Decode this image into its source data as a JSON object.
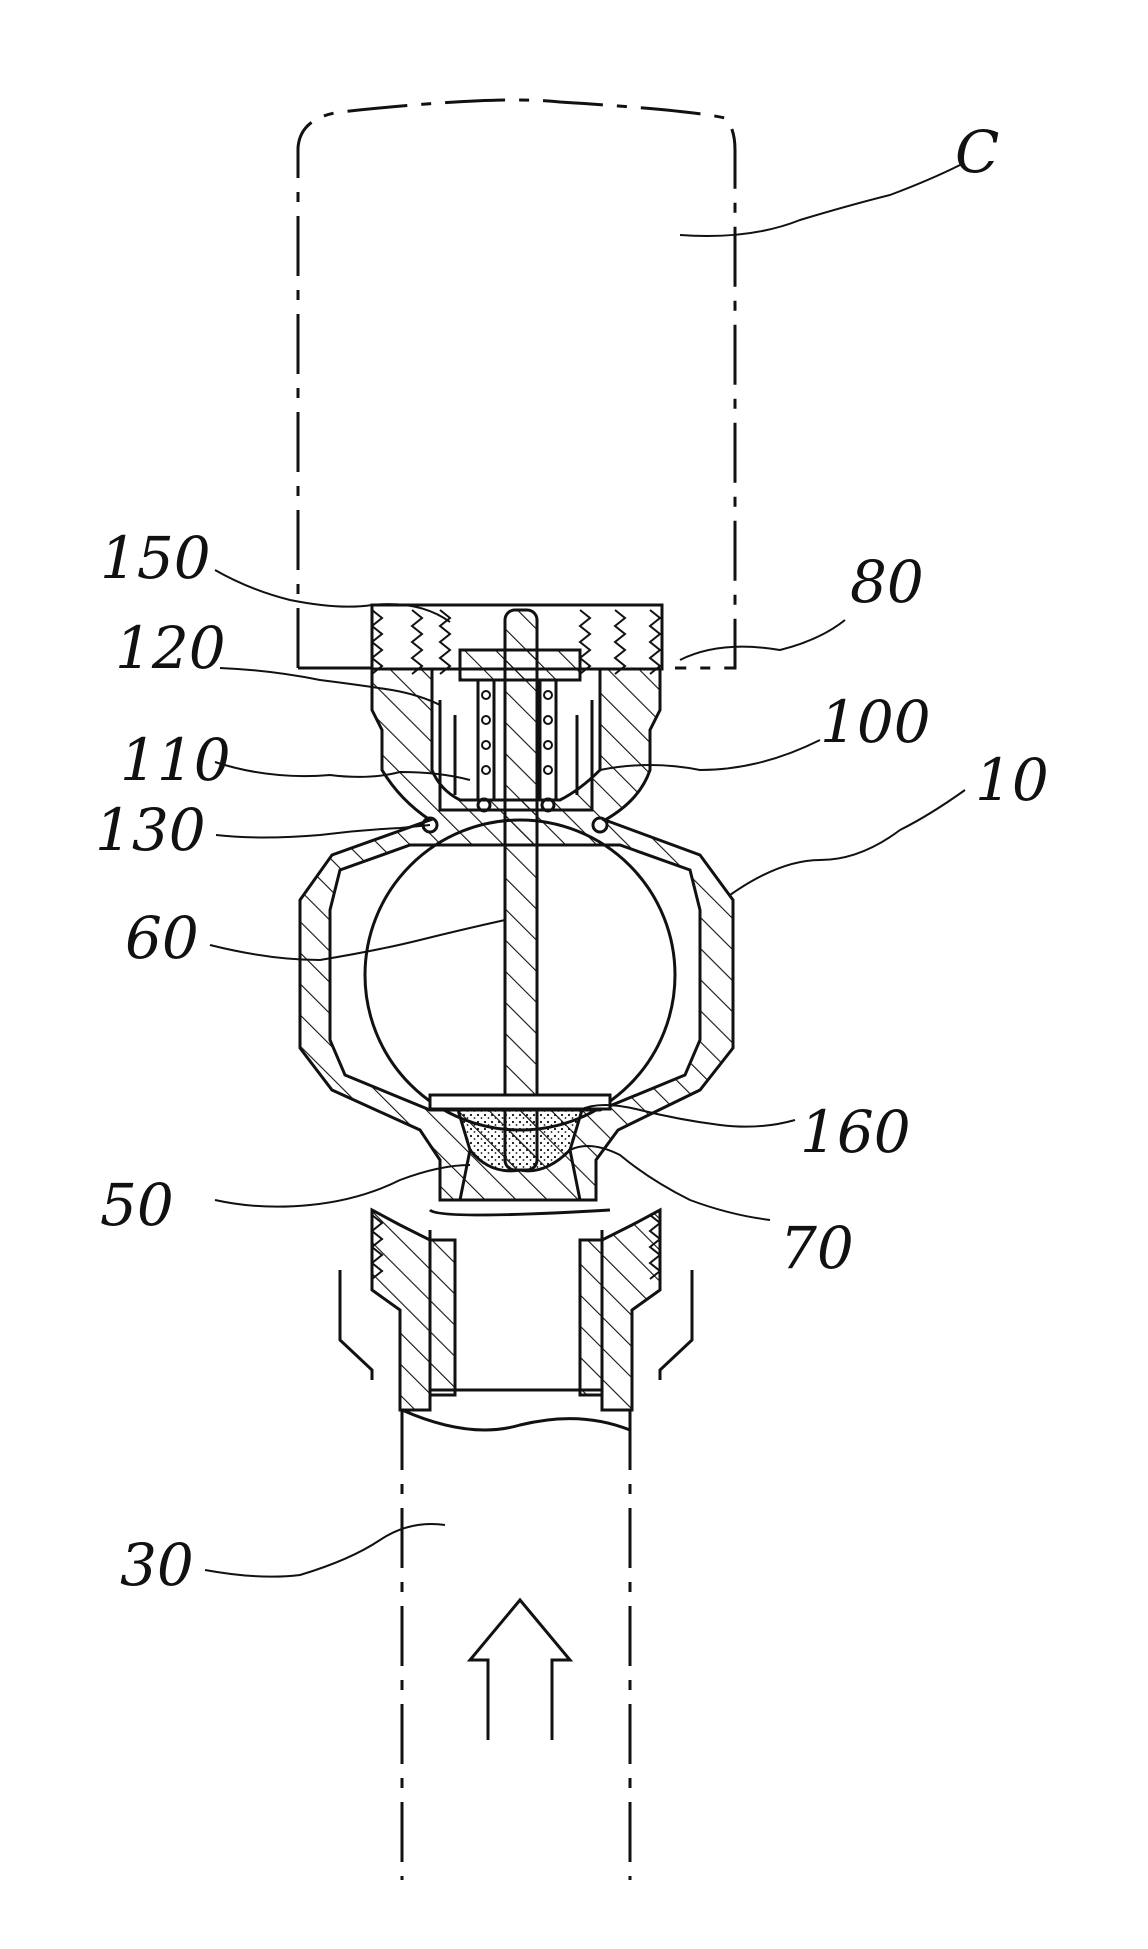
{
  "figure": {
    "labels": {
      "container": "C",
      "seal_ring": "150",
      "cap": "80",
      "upper_spring": "120",
      "inner_sleeve": "100",
      "guide": "110",
      "valve_body": "10",
      "lower_ring": "130",
      "stem": "60",
      "filter": "160",
      "port": "50",
      "valve_seat": "70",
      "pipe": "30"
    },
    "flow_direction": "up"
  }
}
